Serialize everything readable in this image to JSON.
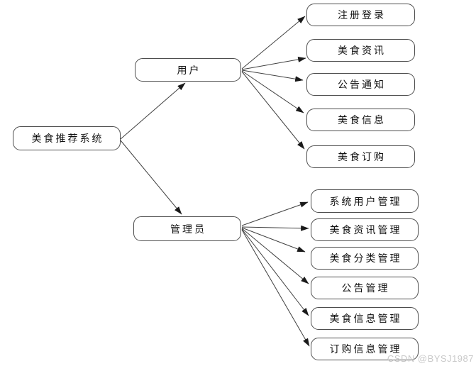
{
  "diagram": {
    "root": {
      "label": "美食推荐系统"
    },
    "actors": {
      "user": {
        "label": "用户"
      },
      "admin": {
        "label": "管理员"
      }
    },
    "user_usecases": [
      "注册登录",
      "美食资讯",
      "公告通知",
      "美食信息",
      "美食订购"
    ],
    "admin_usecases": [
      "系统用户管理",
      "美食资讯管理",
      "美食分类管理",
      "公告管理",
      "美食信息管理",
      "订购信息管理"
    ]
  },
  "watermark": {
    "text": "CSDN @BYSJ1987"
  },
  "colors": {
    "background": "#ffffff",
    "node_fill": "#ffffff",
    "node_border": "#4d4d4d",
    "connector": "#3f3f3f",
    "arrowhead": "#1a1a1a",
    "text": "#111111",
    "watermark": "#c9c9c9"
  }
}
